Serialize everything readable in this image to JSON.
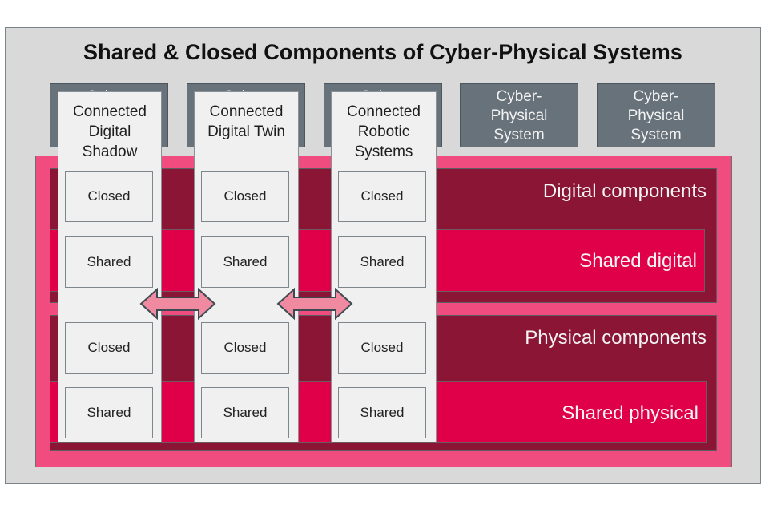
{
  "title": "Shared & Closed Components of Cyber-Physical Systems",
  "colors": {
    "frame": "#d9d9d9",
    "cps_box": "#68727a",
    "outer_band": "#f04c80",
    "components_layer": "#8b1535",
    "shared_layer": "#e0004a",
    "column": "#f0f0f0",
    "arrow": "#f08aa0"
  },
  "cps_boxes": [
    {
      "label": "Cyber-\nPhysical\nSystem"
    },
    {
      "label": "Cyber-\nPhysical\nSystem"
    },
    {
      "label": "Cyber-\nPhysical\nSystem"
    },
    {
      "label": "Cyber-\nPhysical\nSystem"
    },
    {
      "label": "Cyber-\nPhysical\nSystem"
    }
  ],
  "layers": {
    "digital": {
      "label": "Digital components",
      "shared_label": "Shared digital"
    },
    "physical": {
      "label": "Physical components",
      "shared_label": "Shared physical"
    }
  },
  "columns": [
    {
      "title": "Connected\nDigital\nShadow",
      "cells": [
        "Closed",
        "Shared",
        "Closed",
        "Shared"
      ]
    },
    {
      "title": "Connected\nDigital Twin",
      "cells": [
        "Closed",
        "Shared",
        "Closed",
        "Shared"
      ]
    },
    {
      "title": "Connected\nRobotic\nSystems",
      "cells": [
        "Closed",
        "Shared",
        "Closed",
        "Shared"
      ]
    }
  ],
  "arrows": [
    {
      "name": "bidirectional-arrow-shadow-twin"
    },
    {
      "name": "bidirectional-arrow-twin-robotic"
    }
  ]
}
